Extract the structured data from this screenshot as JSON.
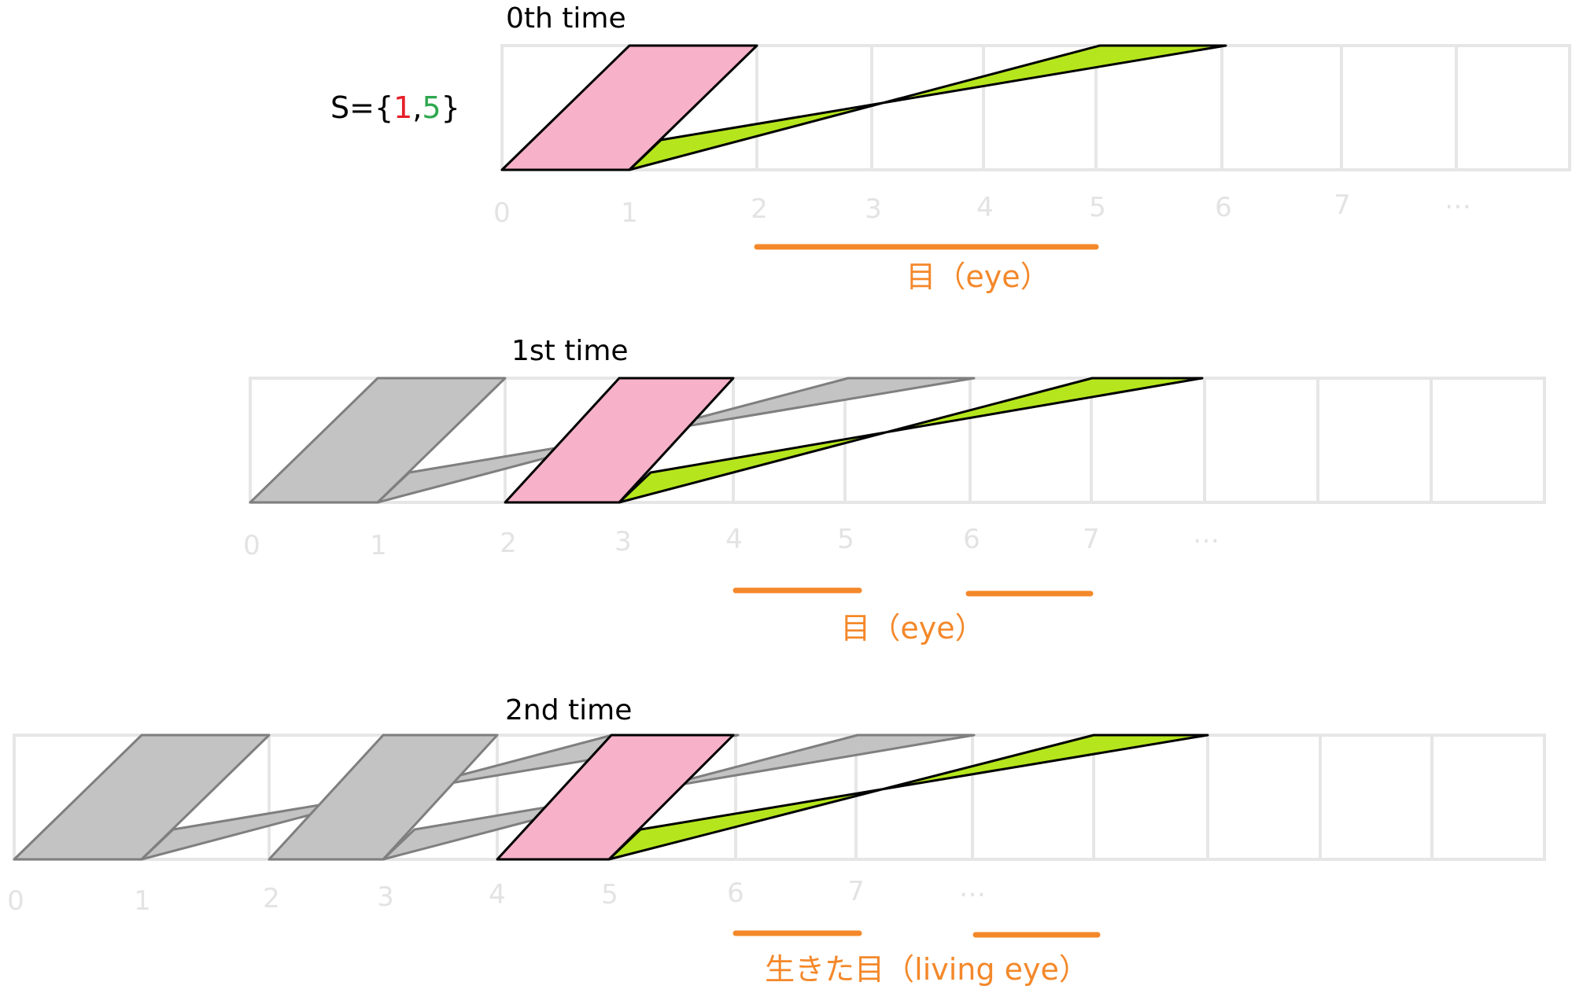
{
  "panels": [
    {
      "title": "0th time",
      "set_label": {
        "prefix": "S={",
        "first": "1",
        "sep": ",",
        "second": "5",
        "suffix": "}"
      },
      "ticks": [
        "0",
        "1",
        "2",
        "3",
        "4",
        "5",
        "6",
        "7",
        "…"
      ],
      "eye_label": "目（eye）"
    },
    {
      "title": "1st time",
      "ticks": [
        "0",
        "1",
        "2",
        "3",
        "4",
        "5",
        "6",
        "7",
        "…"
      ],
      "eye_label": "目（eye）"
    },
    {
      "title": "2nd time",
      "ticks": [
        "0",
        "1",
        "2",
        "3",
        "4",
        "5",
        "6",
        "7",
        "…"
      ],
      "eye_label": "生きた目（living eye）"
    }
  ],
  "colors": {
    "pink": "#f7b1c9",
    "green": "#b5e61d",
    "gray": "#c3c3c3",
    "gray_stroke": "#7f7f7f",
    "grid": "#e6e6e6",
    "tick": "#e3e3e3",
    "orange": "#f4882a",
    "red": "#e5202a",
    "green_text": "#2fa84f"
  }
}
